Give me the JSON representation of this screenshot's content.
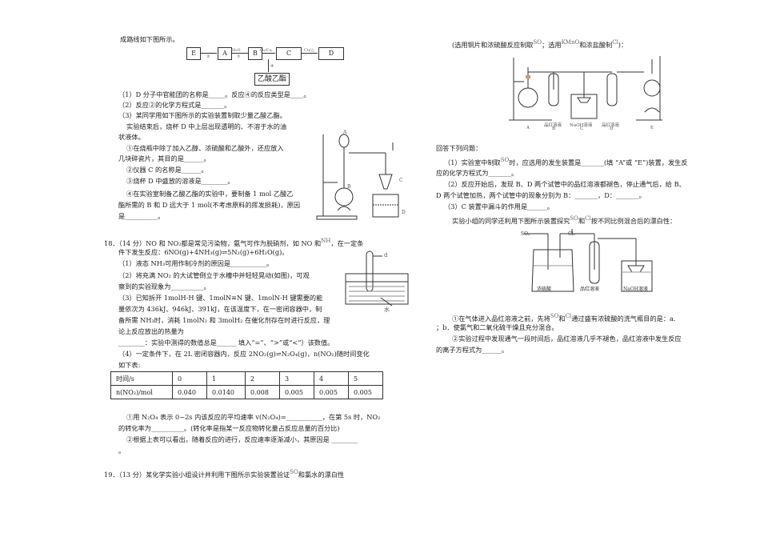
{
  "left": {
    "intro": "成路线如下图所示。",
    "flow": {
      "boxes": [
        "E",
        "A",
        "B",
        "C",
        "D"
      ],
      "arrow_labels": [
        "②",
        "H₂O",
        "①",
        "O₂/Cu",
        "Cu/△",
        "③",
        "④"
      ],
      "product": "乙酸乙酯"
    },
    "q1": "（1）D 分子中官能团的名称是_____。反应④的反应类型是____。",
    "q2": "（2）反应②的化学方程式是_______。",
    "q3": "（3）某同学用如下图所示的实验装置制取少量乙酸乙酯。",
    "q3a": "实验结束后，烧杯 D 中上层出现透明的、不溶于水的油",
    "q3b": "状液体。",
    "q3c1": "①在烧瓶中除了加入乙醇、浓硫酸和乙酸外，还应放入",
    "q3c2": "几块碎瓷片，其目的是______。",
    "q3d": "②仪器 C 的名称是______。",
    "q3e": "③烧杯 D 中盛放的溶液是________。",
    "q3f1": "④在实验室制备乙酸乙酯的实验中，要制备 1 mol 乙酸乙",
    "q3f2": "酯所需的 B 和 D 远大于 1 mol(不考虑原料的挥发损耗)，原因",
    "q3f3": "是__________。",
    "apparatus_labels": [
      "A",
      "B",
      "C",
      "D"
    ],
    "q18_1": "18．（14 分）NO 和 NO₂都是常见污染物，氨气可作为脱硝剂，如 NO 和",
    "q18_nh": "NH",
    "q18_1b": "，在一定条",
    "q18_2": "件下发生反应：6NO(g)+4NH₃(g)⇌5N₂(g)+6H₂O(g)。",
    "q18_3": "（1）液态 NH₃可用作制冷剂的原因是___________。",
    "q18_4": "（2）将充满 NO₂ 的大试管倒立于水槽中并轻轻晃动(如图)，可观",
    "q18_5": "察到的实验现象为__________。",
    "q18_6": "（3）已知拆开 1molH-H 键、1molN≡N 键、1molN-H 键需要的能",
    "q18_7": "量依次为 436kJ、946kJ、391kJ，在该温度下，在一密闭容器中，制",
    "q18_8": "备所需 NH₃时，消耗 1molN₂ 和 3molH₂ 在催化剂存在时进行反应，理",
    "q18_9": "论上反应放出的热量为",
    "q18_10": "________：实验中测得的数值总是______ 填入“=”、“>”或“<”）该数值。",
    "q18_11": "（4）一定条件下，在 2L 密闭容器内，反应 2NO₂(g)⇌N₂O₄(g)，n(NO₂)随时间变化",
    "q18_12": "如下表:",
    "tube_labels": {
      "d": "d",
      "water": "水"
    },
    "table": {
      "headers": [
        "时间/s",
        "0",
        "1",
        "2",
        "3",
        "4",
        "5"
      ],
      "row": [
        "n(NO₂)/mol",
        "0.040",
        "0.0140",
        "0.008",
        "0.005",
        "0.005",
        "0.005"
      ]
    },
    "q18_13": "①用 N₂O₄ 表示 0~2s 内该反应的平均速率 v(N₂O₄)=___________，在第 5s 时，NO₂",
    "q18_14": "的转化率为__________。(转化率是指某一反应物转化量占反应总量的百分比)",
    "q18_15": "②根据上表可以看出，随着反应的进行，反应速率逐渐减小，其原因是 ________",
    "q18_16": "。",
    "q19": "19．（13 分）某化学实验小组设计并利用下图所示实验装置验证",
    "q19_so": "SO",
    "q19b": "和氯水的漂白性"
  },
  "right": {
    "r1": "(选用铜片和浓硫酸反应制取",
    "r1_so": "SO",
    "r1b": "；选用",
    "r1_kmno": "KMnO",
    "r1c": "和浓盐酸制",
    "r1_cl": "Cl",
    "r1d": ")：",
    "app_labels": [
      "A",
      "品红溶液",
      "NaOH溶液",
      "品红溶液",
      "E"
    ],
    "app_sub": [
      "B",
      "C",
      "D"
    ],
    "r2": "回答下列问题：",
    "r3a": "（1）实验室中制取",
    "r3_so": "SO",
    "r3b": "时，应选用的发生装置是_______(填 “A”或 “E”)装置，发生反",
    "r4": "应的化学方程式为_______。",
    "r5": "（2）反应开始后，发现 B、D 两个试管中的品红溶液都褪色，停止通气后，给 B、",
    "r6": "D 两个试管加热，两个试管中的现象分别为 B：_______，D：_______。",
    "r7": "（3）C 装置中漏斗的作用是______。",
    "r8a": "实验小组的同学还利用下图所示装置探究",
    "r8_so": "SO",
    "r8b": "和",
    "r8_cl": "Cl",
    "r8c": "按不同比例混合后的漂白性：",
    "fig2": {
      "so2": "SO₂",
      "cl2": "Cl₂",
      "labels": [
        "浓硫酸",
        "品红溶液",
        "NaOH溶液"
      ]
    },
    "r9a": "①在气体进入品红溶液之前，先将",
    "r9_so": "SO",
    "r9b": "和",
    "r9_cl": "Cl",
    "r9c": "通过盛有浓硫酸的洗气瓶目的是：a.",
    "r10": "；b．使氯气和二氧化硫干燥且充分混合。",
    "r11": "②实验过程中发现通气一段时间后，品红溶液几乎不褪色，品红溶液中发生反应",
    "r12": "的离子方程式为______。"
  }
}
